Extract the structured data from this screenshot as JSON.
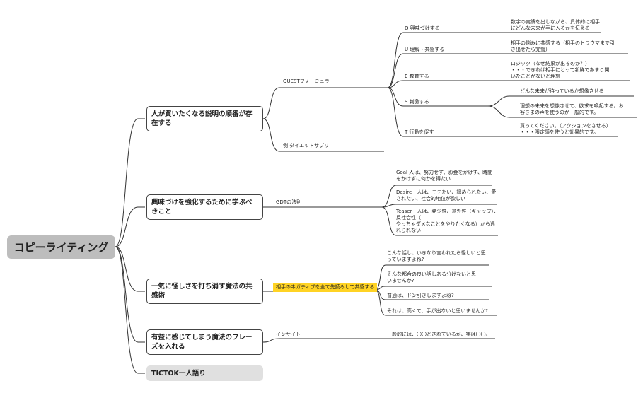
{
  "root": {
    "label": "コピーライティング"
  },
  "topics": [
    {
      "label": "人が買いたくなる説明の順番が存在する",
      "children": [
        {
          "label": "QUESTフォーミュラー",
          "children": [
            {
              "label": "Q 興味づけする",
              "children": [
                "数字の実績を出しながら、具体的に相手\nにどんな未来が手に入るかを伝える"
              ]
            },
            {
              "label": "U 理解・共感する",
              "children": [
                "相手の悩みに共感する（相手のトラウマまで引\nき出せたら完璧）"
              ]
            },
            {
              "label": "E 教育する",
              "children": [
                "ロジック（なぜ結果が出るのか？）\n・・・できれば相手にとって新鮮であまり聞\nいたことがないと理想"
              ]
            },
            {
              "label": "S 刺激する",
              "children": [
                "どんな未来が待っているか想像させる",
                "理想の未来を想像させて、欲求を喚起する。お\n客さまの声を使うのが一般的です。"
              ]
            },
            {
              "label": "T 行動を促す",
              "children": [
                "買ってください。（アクションをさせる）\n・・・限定感を使うと効果的です。"
              ]
            }
          ]
        },
        {
          "label": "例 ダイエットサプリ",
          "children": []
        }
      ]
    },
    {
      "label": "興味づけを強化するために学ぶべきこと",
      "children": [
        {
          "label": "GDTの法則",
          "children": [
            {
              "label": "Goal 人は、努力せず、お金をかけず、時間\nをかけずに何かを得たい"
            },
            {
              "label": "Desire　人は、モテたい、認められたい、愛\nされたい、社会的地位が欲しい"
            },
            {
              "label": "Teaser　人は、希少性、意外性（ギャップ）、\n反社会性（\nやっちゃダメなことをやりたくなる）から逃\nれられない"
            }
          ]
        }
      ]
    },
    {
      "label": "一気に怪しさを打ち消す魔法の共感術",
      "children": [
        {
          "label": "相手のネガティブを全て先読みして共感する",
          "children": [
            "こんな話し、いきなり言われたら怪しいと思\nっていますよね?",
            "そんな都合の良い話しある分けないと思\nいませんか?",
            "普通は、ドン引きしますよね?",
            "それは、高くて、手が出ないと思いませんか?"
          ]
        }
      ]
    },
    {
      "label": "有益に感じてしまう魔法のフレーズを入れる",
      "children": [
        {
          "label": "インサイト",
          "children": [
            "一般的には、〇〇とされているが、実は〇〇。"
          ]
        }
      ]
    },
    {
      "label": "TICTOK一人語り",
      "children": []
    }
  ],
  "colors": {
    "line": "#333333",
    "highlight": "#ffd324",
    "root_bg": "#bdbdbd",
    "grey_node": "#e0e0e0"
  }
}
